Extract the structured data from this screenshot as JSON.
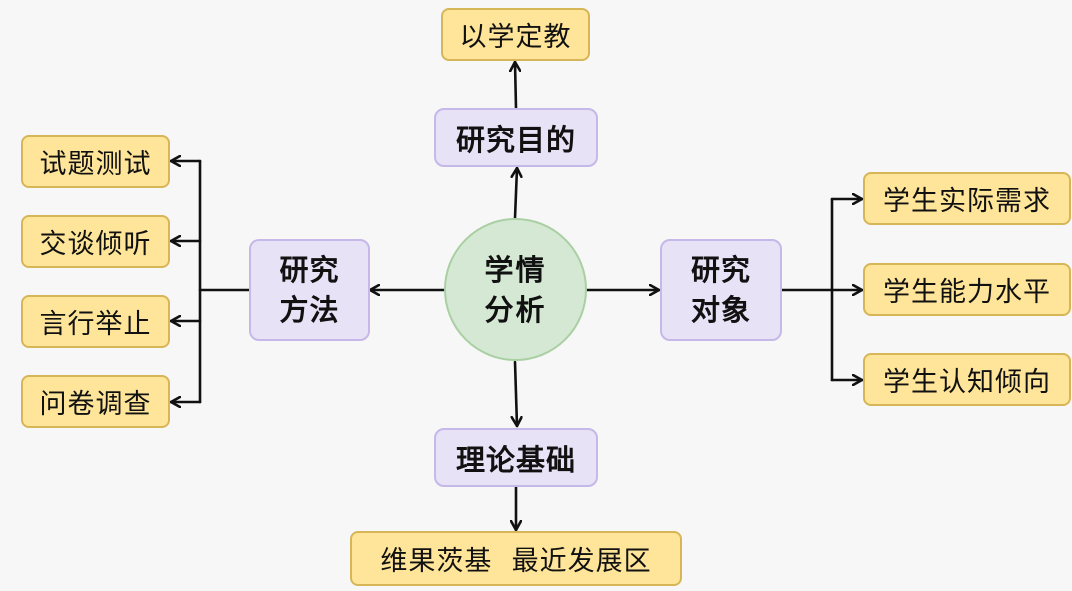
{
  "center": {
    "line1": "学情",
    "line2": "分析"
  },
  "branches": {
    "purpose": {
      "label": "研究目的",
      "children": [
        "以学定教"
      ]
    },
    "methods": {
      "line1": "研究",
      "line2": "方法",
      "children": [
        "试题测试",
        "交谈倾听",
        "言行举止",
        "问卷调查"
      ]
    },
    "objects": {
      "line1": "研究",
      "line2": "对象",
      "children": [
        "学生实际需求",
        "学生能力水平",
        "学生认知倾向"
      ]
    },
    "theory": {
      "label": "理论基础",
      "children": [
        "维果茨基  最近发展区"
      ]
    }
  },
  "colors": {
    "leaf_fill": "#ffe599",
    "leaf_border": "#d6b656",
    "mid_fill": "#e8e2f6",
    "mid_border": "#c6b8e8",
    "center_fill": "#d5e8d4",
    "center_border": "#a9cfa3",
    "line": "#111111"
  }
}
